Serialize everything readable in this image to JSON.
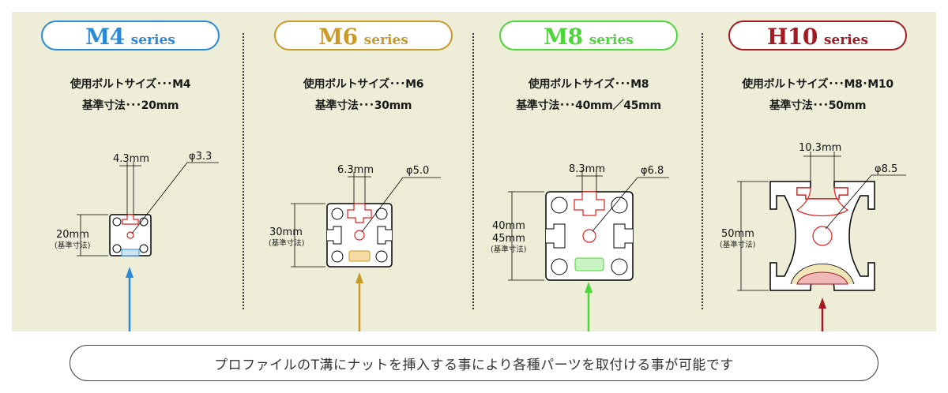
{
  "banner": {
    "text": "プロファイルのT溝にナットを挿入する事により各種パーツを取付ける事が可能です"
  },
  "columns": [
    {
      "name": "M4",
      "suffix": "series",
      "color": "#2b8ad8",
      "spec_bolt": "使用ボルトサイズ･･･M4",
      "spec_dim": "基準寸法･･･20mm",
      "slot": "4.3mm",
      "hole": "φ3.3",
      "size": "20mm",
      "size2": "",
      "size_note": "(基準寸法)"
    },
    {
      "name": "M6",
      "suffix": "series",
      "color": "#c99a2a",
      "spec_bolt": "使用ボルトサイズ･･･M6",
      "spec_dim": "基準寸法･･･30mm",
      "slot": "6.3mm",
      "hole": "φ5.0",
      "size": "30mm",
      "size2": "",
      "size_note": "(基準寸法)"
    },
    {
      "name": "M8",
      "suffix": "series",
      "color": "#4cd63a",
      "spec_bolt": "使用ボルトサイズ･･･M8",
      "spec_dim": "基準寸法･･･40mm／45mm",
      "slot": "8.3mm",
      "hole": "φ6.8",
      "size": "40mm",
      "size2": "45mm",
      "size_note": "(基準寸法)"
    },
    {
      "name": "H10",
      "suffix": "series",
      "color": "#a31a22",
      "spec_bolt": "使用ボルトサイズ･･･M8･M10",
      "spec_dim": "基準寸法･･･50mm",
      "slot": "10.3mm",
      "hole": "φ8.5",
      "size": "50mm",
      "size2": "",
      "size_note": "(基準寸法)"
    }
  ]
}
